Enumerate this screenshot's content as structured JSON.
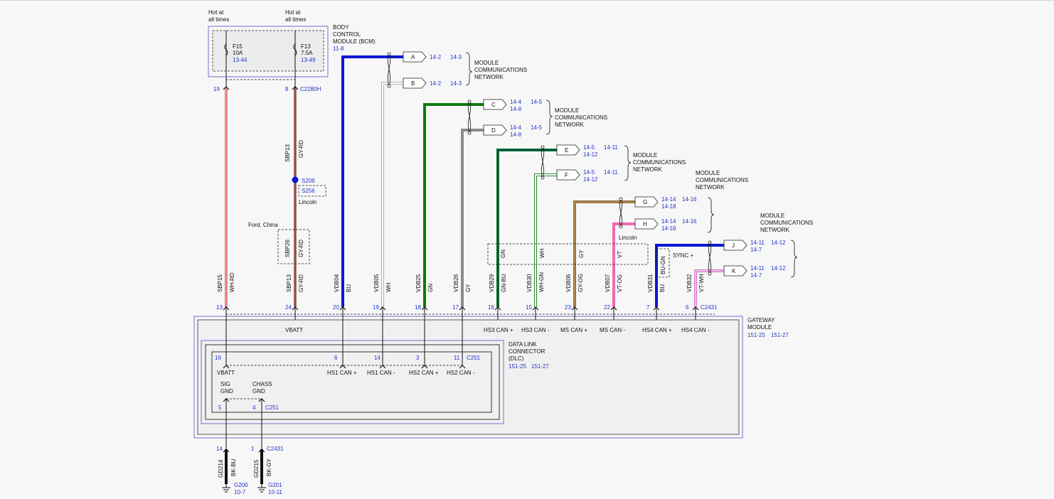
{
  "colors": {
    "BU": "#0a18d4",
    "WH": "#ffffff",
    "GN": "#0d7a0d",
    "GY": "#8a8a8a",
    "BN": "#8b6a3d",
    "PK": "#f06ab0",
    "RD": "#d81414",
    "BK": "#111111",
    "ref": "#2233cc",
    "line": "#111111"
  },
  "fuses": [
    {
      "top1": "Hot at",
      "top2": "all times",
      "name": "F15",
      "amp": "10A",
      "ref": "13-44",
      "pin": "19"
    },
    {
      "top1": "Hot at",
      "top2": "all times",
      "name": "F13",
      "amp": "7.5A",
      "ref": "13-49",
      "pin": "8",
      "connector": "C2280H"
    }
  ],
  "bcm": {
    "l1": "BODY",
    "l2": "CONTROL",
    "l3": "MODULE (BCM)",
    "ref": "11-8"
  },
  "splice": {
    "main": "S206",
    "alt": "S256",
    "note": "Lincoln",
    "sbp": "SBP13",
    "sbp_color": "GY-RD"
  },
  "ford_china": {
    "label": "Ford, China",
    "circuit": "SBP26",
    "color": "GY-RD"
  },
  "circuits": [
    {
      "pin": "13",
      "code": "SBP15",
      "color": "WH-RD"
    },
    {
      "pin": "24",
      "code": "SBP13",
      "color": "GY-RD"
    },
    {
      "pin": "20",
      "code": "VDB04",
      "color": "BU"
    },
    {
      "pin": "19",
      "code": "VDB05",
      "color": "WH"
    },
    {
      "pin": "18",
      "code": "VDB25",
      "color": "GN"
    },
    {
      "pin": "17",
      "code": "VDB26",
      "color": "GY"
    },
    {
      "pin": "16",
      "code": "VDB29",
      "color": "GN-BU"
    },
    {
      "pin": "15",
      "code": "VDB30",
      "color": "WH-GN"
    },
    {
      "pin": "23",
      "code": "VDB06",
      "color": "GY-OG"
    },
    {
      "pin": "22",
      "code": "VDB07",
      "color": "VT-OG"
    },
    {
      "pin": "7",
      "code": "VDB31",
      "color": "BU"
    },
    {
      "pin": "6",
      "code": "VDB32",
      "color": "VT-WH",
      "connector": "C2431"
    }
  ],
  "dashed_labels": [
    "GN",
    "WH",
    "GY",
    "VT"
  ],
  "lincoln_note": "Lincoln",
  "sync": {
    "label": "SYNC +",
    "color": "BU-GN"
  },
  "connectors": [
    {
      "id": "A",
      "r1a": "14-2",
      "r1b": "14-3"
    },
    {
      "id": "B",
      "r1a": "14-2",
      "r1b": "14-3"
    },
    {
      "id": "C",
      "r1a": "14-4",
      "r1b": "14-5",
      "r2": "14-8"
    },
    {
      "id": "D",
      "r1a": "14-4",
      "r1b": "14-5",
      "r2": "14-8"
    },
    {
      "id": "E",
      "r1a": "14-5",
      "r1b": "14-11",
      "r2": "14-12"
    },
    {
      "id": "F",
      "r1a": "14-5",
      "r1b": "14-11",
      "r2": "14-12"
    },
    {
      "id": "G",
      "r1a": "14-14",
      "r1b": "14-16",
      "r2": "14-18"
    },
    {
      "id": "H",
      "r1a": "14-14",
      "r1b": "14-16",
      "r2": "14-18"
    },
    {
      "id": "J",
      "r1a": "14-11",
      "r1b": "14-12",
      "r2": "14-7"
    },
    {
      "id": "K",
      "r1a": "14-11",
      "r1b": "14-12",
      "r2": "14-7"
    }
  ],
  "network_label": {
    "l1": "MODULE",
    "l2": "COMMUNICATIONS",
    "l3": "NETWORK"
  },
  "gateway": {
    "title1": "GATEWAY",
    "title2": "MODULE",
    "ref1": "151-25",
    "ref2": "151-27",
    "vbatt": "VBATT",
    "signals": [
      "HS3 CAN +",
      "HS3 CAN -",
      "MS CAN +",
      "MS CAN -",
      "HS4 CAN +",
      "HS4 CAN -"
    ]
  },
  "dlc": {
    "title1": "DATA LINK",
    "title2": "CONNECTOR",
    "title3": "(DLC)",
    "ref1": "151-25",
    "ref2": "151-27",
    "vbatt": "VBATT",
    "vbatt_pin": "16",
    "connector": "C251",
    "pins": [
      {
        "pin": "6",
        "label": "HS1 CAN +"
      },
      {
        "pin": "14",
        "label": "HS1 CAN -"
      },
      {
        "pin": "3",
        "label": "HS2 CAN +"
      },
      {
        "pin": "11",
        "label": "HS2 CAN -"
      }
    ],
    "sig1": "SIG",
    "sig2": "GND",
    "chass1": "CHASS",
    "chass2": "GND",
    "sig_pin": "5",
    "chass_pin": "4",
    "bottom_connector": "C251"
  },
  "grounds": [
    {
      "pin": "14",
      "code": "GD214",
      "color": "BK-BU",
      "name": "G200",
      "ref": "10-7"
    },
    {
      "pin": "1",
      "code": "GD215",
      "color": "BK-GY",
      "name": "G201",
      "ref": "10-11",
      "connector": "C2431"
    }
  ]
}
